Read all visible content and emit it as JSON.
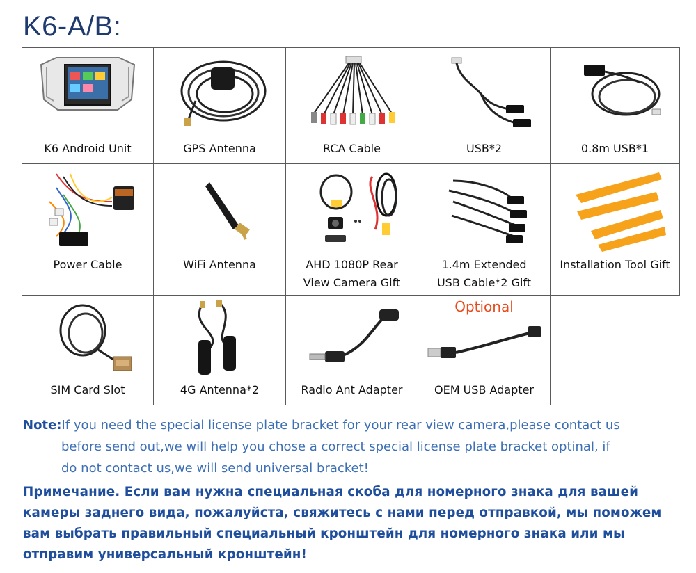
{
  "title": "K6-A/B:",
  "items": [
    {
      "label": "K6 Android Unit",
      "icon": "android-unit-icon"
    },
    {
      "label": "GPS Antenna",
      "icon": "gps-antenna-icon"
    },
    {
      "label": "RCA Cable",
      "icon": "rca-cable-icon"
    },
    {
      "label": "USB*2",
      "icon": "usb-cable-icon"
    },
    {
      "label": "0.8m USB*1",
      "icon": "usb-cable-icon"
    },
    {
      "label": "Power Cable",
      "icon": "power-cable-icon"
    },
    {
      "label": "WiFi Antenna",
      "icon": "wifi-antenna-icon"
    },
    {
      "label_line1": "AHD 1080P Rear",
      "label_line2": "View Camera Gift",
      "icon": "camera-icon"
    },
    {
      "label_line1": "1.4m Extended",
      "label_line2": "USB Cable*2 Gift",
      "icon": "usb-cable-icon"
    },
    {
      "label": "Installation Tool Gift",
      "icon": "pry-tool-icon"
    },
    {
      "label": "SIM Card Slot",
      "icon": "sim-slot-icon"
    },
    {
      "label": "4G Antenna*2",
      "icon": "lte-antenna-icon"
    },
    {
      "label": "Radio Ant Adapter",
      "icon": "radio-adapter-icon"
    },
    {
      "label": "OEM USB Adapter",
      "icon": "oem-usb-icon",
      "badge": "Optional"
    }
  ],
  "note": {
    "label": "Note:",
    "line1": "If you need the special license plate bracket for your rear view camera,please contact us",
    "line2": "before send out,we will help you chose a correct special license plate bracket optinal, if",
    "line3": "do not contact us,we will send universal bracket!"
  },
  "note_ru": {
    "line1": "Примечание. Если вам нужна специальная скоба для номерного знака для вашей",
    "line2": "камеры заднего вида, пожалуйста, свяжитесь с нами перед отправкой, мы поможем",
    "line3": "вам выбрать правильный специальный кронштейн для номерного знака или мы",
    "line4": "отправим универсальный кронштейн!"
  },
  "colors": {
    "title": "#1f3a6f",
    "note_text": "#3d6fb5",
    "note_ru": "#1f4f9c",
    "optional": "#e84c1e",
    "tool_orange": "#f7a21b"
  }
}
